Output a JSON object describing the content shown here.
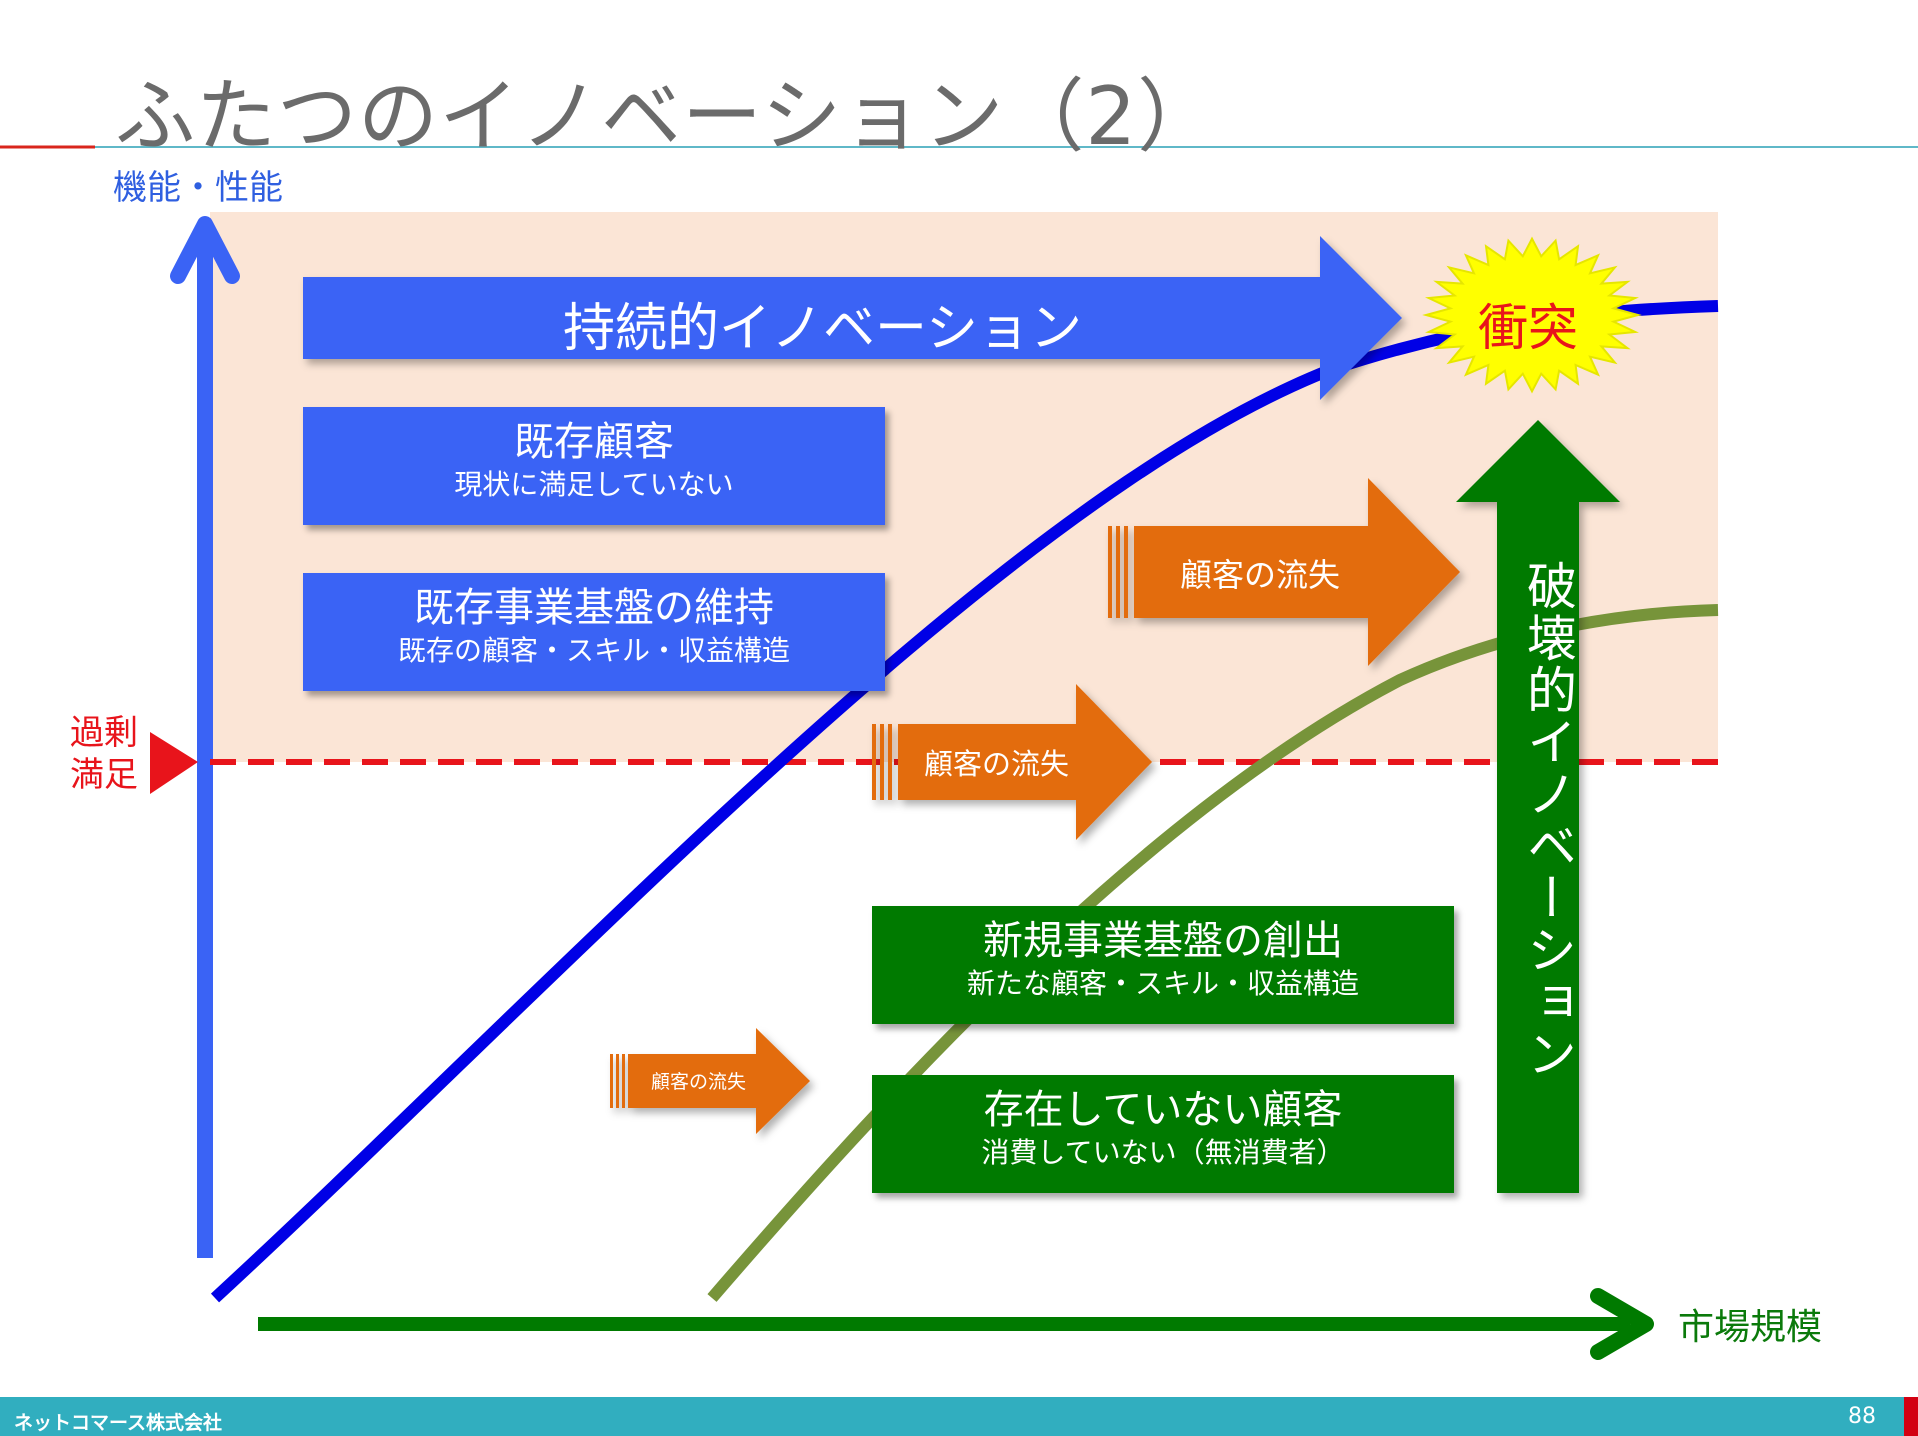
{
  "title": "ふたつのイノベーション（2）",
  "axes": {
    "y_label": "機能・性能",
    "x_label": "市場規模",
    "over_satisfied": "過剰\n満足"
  },
  "sustaining": {
    "label": "持続的イノベーション"
  },
  "collision": {
    "label": "衝突"
  },
  "disruptive": {
    "label": "破壊的イノベーション"
  },
  "boxes": {
    "existing_customers": {
      "main": "既存顧客",
      "sub": "現状に満足していない"
    },
    "existing_base": {
      "main": "既存事業基盤の維持",
      "sub": "既存の顧客・スキル・収益構造"
    },
    "new_base": {
      "main": "新規事業基盤の創出",
      "sub": "新たな顧客・スキル・収益構造"
    },
    "non_customers": {
      "main": "存在していない顧客",
      "sub": "消費していない（無消費者）"
    }
  },
  "churn_arrows": [
    {
      "label": "顧客の流失"
    },
    {
      "label": "顧客の流失"
    },
    {
      "label": "顧客の流失"
    }
  ],
  "colors": {
    "sustaining_blue": "#3a63f5",
    "curve_blue": "#0000e6",
    "curve_olive": "#77943a",
    "green": "#007a00",
    "orange": "#e36c0a",
    "red": "#e8141b",
    "zone_fill": "#fbe5d6",
    "collision_yellow": "#ffff00",
    "footer": "#31aebf"
  },
  "footer": {
    "company": "ネットコマース株式会社",
    "page": "88"
  }
}
